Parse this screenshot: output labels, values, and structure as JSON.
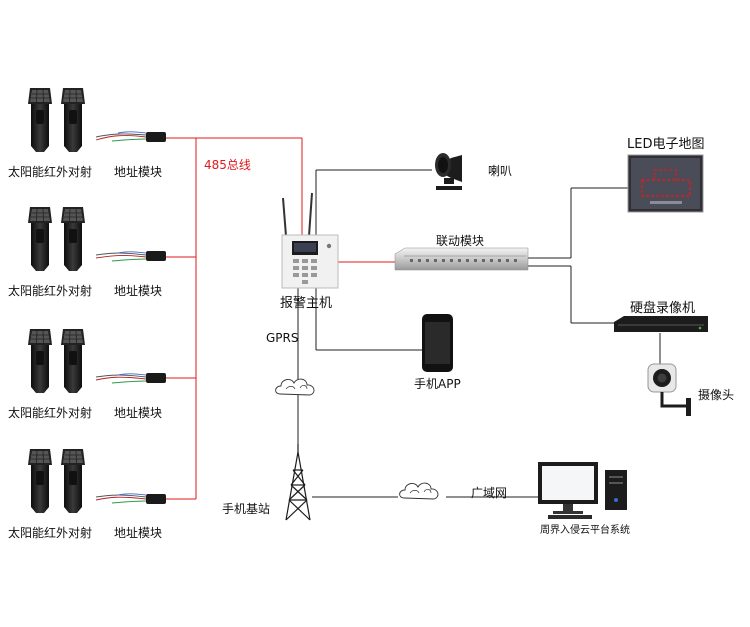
{
  "bus_label": "485总线",
  "groups": [
    {
      "sensor_label": "太阳能红外对射",
      "module_label": "地址模块"
    },
    {
      "sensor_label": "太阳能红外对射",
      "module_label": "地址模块"
    },
    {
      "sensor_label": "太阳能红外对射",
      "module_label": "地址模块"
    },
    {
      "sensor_label": "太阳能红外对射",
      "module_label": "地址模块"
    }
  ],
  "alarm_host_label": "报警主机",
  "speaker_label": "喇叭",
  "linkage_label": "联动模块",
  "led_map_label": "LED电子地图",
  "dvr_label": "硬盘录像机",
  "camera_label": "摄像头",
  "gprs_label": "GPRS",
  "phone_app_label": "手机APP",
  "base_station_label": "手机基站",
  "wan_label": "广域网",
  "platform_label": "周界入侵云平台系统",
  "colors": {
    "bus": "#e0191e",
    "line": "#222222",
    "device_dark": "#1c1c1c"
  }
}
